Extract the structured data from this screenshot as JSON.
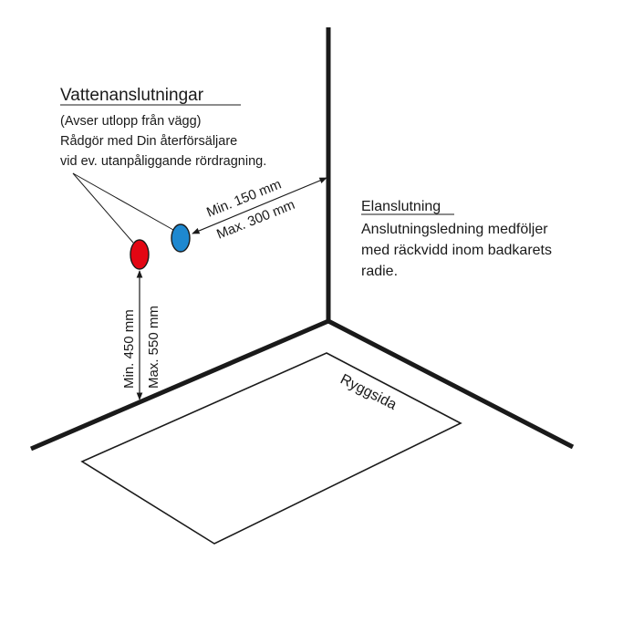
{
  "water_connections": {
    "title": "Vattenanslutningar",
    "lines": [
      "(Avser utlopp från vägg)",
      "Rådgör med Din återförsäljare",
      "vid ev. utanpåliggande rördragning."
    ]
  },
  "horizontal_dimension": {
    "min": "Min. 150 mm",
    "max": "Max. 300 mm"
  },
  "vertical_dimension": {
    "min": "Min. 450 mm",
    "max": "Max. 550 mm"
  },
  "electrical_connection": {
    "title": "Elanslutning",
    "lines": [
      "Anslutningsledning medföljer",
      "med räckvidd inom badkarets",
      "radie."
    ]
  },
  "bathtub": {
    "label": "Ryggsida"
  },
  "colors": {
    "hot_water": "#e30613",
    "cold_water": "#1e88d0",
    "wall_lines": "#1a1a1a"
  }
}
